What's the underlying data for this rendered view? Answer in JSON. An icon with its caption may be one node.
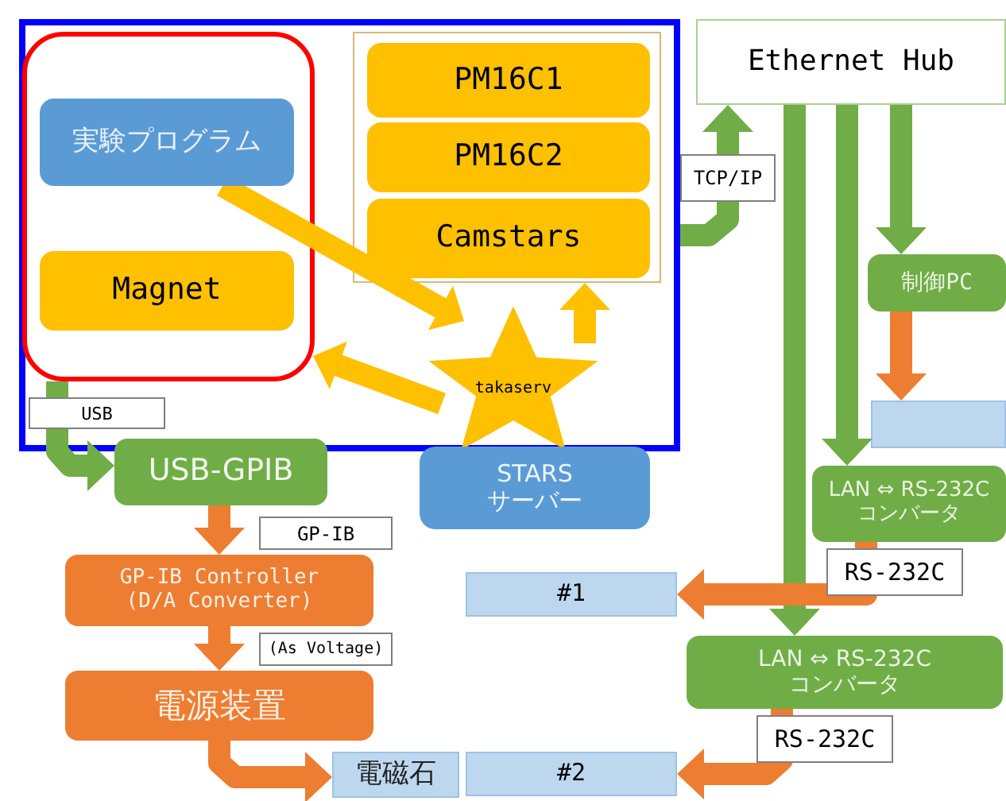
{
  "diagram": {
    "nodes": [
      {
        "text": [],
        "shape": "box"
      },
      {
        "text": [],
        "shape": "box",
        "in": 0
      },
      {
        "text": [
          "実験プログラム"
        ],
        "in": 1
      },
      {
        "text": [
          "Magnet"
        ],
        "in": 1
      },
      {
        "text": [],
        "shape": "box",
        "in": 0
      },
      {
        "text": [
          "PM16C1"
        ],
        "in": 4
      },
      {
        "text": [
          "PM16C2"
        ],
        "in": 4
      },
      {
        "text": [
          "Camstars"
        ],
        "in": 4
      },
      {
        "text": [
          "takaserv"
        ],
        "in": 0
      },
      {
        "text": [
          "STARS サーバー"
        ]
      },
      {
        "text": [
          "Ethernet Hub"
        ]
      },
      {
        "text": [
          "制御PC"
        ]
      },
      {
        "text": [],
        "shape": "box"
      },
      {
        "text": [
          "LAN ⇔ RS-232C コンバータ"
        ]
      },
      {
        "text": [
          "#1"
        ]
      },
      {
        "text": [
          "LAN ⇔ RS-232C コンバータ"
        ]
      },
      {
        "text": [
          "#2"
        ]
      },
      {
        "text": [
          "USB-GPIB"
        ]
      },
      {
        "text": [
          "GP-IB Controller (D/A Converter)"
        ]
      },
      {
        "text": [
          "電源装置"
        ]
      },
      {
        "text": [
          "電磁石"
        ]
      }
    ],
    "edges": [
      {
        "from": 2,
        "to": 8,
        "arrow": "to",
        "color": "#ffc000"
      },
      {
        "from": 8,
        "to": 1,
        "arrow": "to",
        "color": "#ffc000"
      },
      {
        "from": 8,
        "to": 4,
        "arrow": "to",
        "color": "#ffc000"
      },
      {
        "from": 0,
        "to": 10,
        "arrow": "to",
        "label": "TCP/IP",
        "color": "#70ad47"
      },
      {
        "from": 10,
        "to": 11,
        "arrow": "to",
        "color": "#70ad47"
      },
      {
        "from": 10,
        "to": 13,
        "arrow": "to",
        "color": "#70ad47"
      },
      {
        "from": 10,
        "to": 15,
        "arrow": "to",
        "color": "#70ad47"
      },
      {
        "from": 11,
        "to": 12,
        "arrow": "to"
      },
      {
        "from": 1,
        "to": 17,
        "arrow": "to",
        "label": "USB",
        "color": "#70ad47"
      },
      {
        "from": 17,
        "to": 18,
        "arrow": "to",
        "label": "GP-IB"
      },
      {
        "from": 13,
        "to": 14,
        "arrow": "to",
        "label": "RS-232C"
      },
      {
        "from": 18,
        "to": 19,
        "arrow": "to",
        "label": "(As Voltage)"
      },
      {
        "from": 15,
        "to": 16,
        "arrow": "to",
        "label": "RS-232C"
      },
      {
        "from": 19,
        "to": 20,
        "arrow": "to"
      }
    ]
  }
}
